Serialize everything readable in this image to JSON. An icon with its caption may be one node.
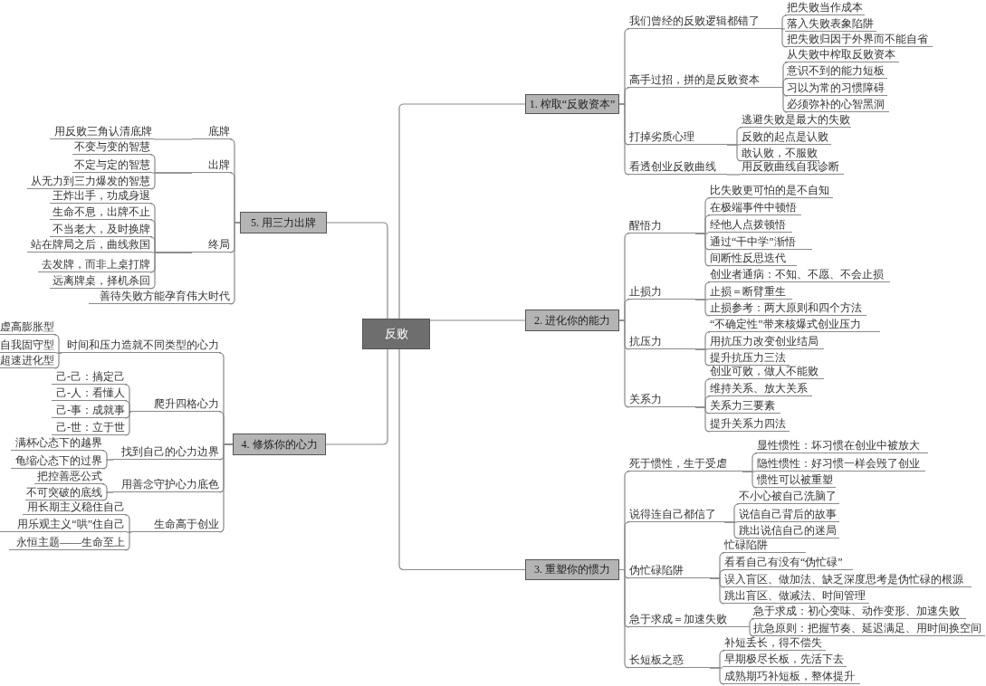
{
  "diagram": {
    "nodes": [
      {
        "text": [
          "反败"
        ]
      },
      {
        "text": [
          "1. 榨取“反败资本”"
        ]
      },
      {
        "text": [
          "我们曾经的反败逻辑都错了"
        ]
      },
      {
        "text": [
          "把失败当作成本"
        ]
      },
      {
        "text": [
          "落入失败表象陷阱"
        ]
      },
      {
        "text": [
          "把失败归因于外界而不能自省"
        ]
      },
      {
        "text": [
          "高手过招，拼的是反败资本"
        ]
      },
      {
        "text": [
          "从失败中榨取反败资本"
        ]
      },
      {
        "text": [
          "意识不到的能力短板"
        ]
      },
      {
        "text": [
          "习以为常的习惯障碍"
        ]
      },
      {
        "text": [
          "必须弥补的心智黑洞"
        ]
      },
      {
        "text": [
          "打掉劣质心理"
        ]
      },
      {
        "text": [
          "逃避失败是最大的失败"
        ]
      },
      {
        "text": [
          "反败的起点是认败"
        ]
      },
      {
        "text": [
          "敢认败，不服败"
        ]
      },
      {
        "text": [
          "看透创业反败曲线"
        ]
      },
      {
        "text": [
          "用反败曲线自我诊断"
        ]
      },
      {
        "text": [
          "2. 进化你的能力"
        ]
      },
      {
        "text": [
          "醒悟力"
        ]
      },
      {
        "text": [
          "比失败更可怕的是不自知"
        ]
      },
      {
        "text": [
          "在极端事件中顿悟"
        ]
      },
      {
        "text": [
          "经他人点拨顿悟"
        ]
      },
      {
        "text": [
          "通过“干中学”渐悟"
        ]
      },
      {
        "text": [
          "间断性反思迭代"
        ]
      },
      {
        "text": [
          "止损力"
        ]
      },
      {
        "text": [
          "创业者通病：不知、不愿、不会止损"
        ]
      },
      {
        "text": [
          "止损＝断臂重生"
        ]
      },
      {
        "text": [
          "止损参考：两大原则和四个方法"
        ]
      },
      {
        "text": [
          "抗压力"
        ]
      },
      {
        "text": [
          "“不确定性”带来核爆式创业压力"
        ]
      },
      {
        "text": [
          "用抗压力改变创业结局"
        ]
      },
      {
        "text": [
          "提升抗压力三法"
        ]
      },
      {
        "text": [
          "关系力"
        ]
      },
      {
        "text": [
          "创业可败，做人不能败"
        ]
      },
      {
        "text": [
          "维持关系、放大关系"
        ]
      },
      {
        "text": [
          "关系力三要素"
        ]
      },
      {
        "text": [
          "提升关系力四法"
        ]
      },
      {
        "text": [
          "3. 重塑你的惯力"
        ]
      },
      {
        "text": [
          "死于惯性，生于受虐"
        ]
      },
      {
        "text": [
          "显性惯性：坏习惯在创业中被放大"
        ]
      },
      {
        "text": [
          "隐性惯性：好习惯一样会毁了创业"
        ]
      },
      {
        "text": [
          "惯性可以被重塑"
        ]
      },
      {
        "text": [
          "说得连自己都信了"
        ]
      },
      {
        "text": [
          "不小心被自己洗脑了"
        ]
      },
      {
        "text": [
          "说信自己背后的故事"
        ]
      },
      {
        "text": [
          "跳出说信自己的迷局"
        ]
      },
      {
        "text": [
          "伪忙碌陷阱"
        ]
      },
      {
        "text": [
          "忙碌陷阱"
        ]
      },
      {
        "text": [
          "看看自己有没有“伪忙碌”"
        ]
      },
      {
        "text": [
          "误入盲区、做加法、缺乏深度思考是伪忙碌的根源"
        ]
      },
      {
        "text": [
          "跳出盲区、做减法、时间管理"
        ]
      },
      {
        "text": [
          "急于求成＝加速失败"
        ]
      },
      {
        "text": [
          "急于求成：初心变味、动作变形、加速失败"
        ]
      },
      {
        "text": [
          "抗急原则：把握节奏、延迟满足、用时间换空间"
        ]
      },
      {
        "text": [
          "长短板之惑"
        ]
      },
      {
        "text": [
          "补短丢长，得不偿失"
        ]
      },
      {
        "text": [
          "早期极尽长板，先活下去"
        ]
      },
      {
        "text": [
          "成熟期巧补短板，整体提升"
        ]
      },
      {
        "text": [
          "4. 修炼你的心力"
        ]
      },
      {
        "text": [
          "时间和压力造就不同类型的心力"
        ]
      },
      {
        "text": [
          "虚高膨胀型"
        ]
      },
      {
        "text": [
          "自我固守型"
        ]
      },
      {
        "text": [
          "超速进化型"
        ]
      },
      {
        "text": [
          "爬升四格心力"
        ]
      },
      {
        "text": [
          "己-己：搞定己"
        ]
      },
      {
        "text": [
          "己-人：看懂人"
        ]
      },
      {
        "text": [
          "己-事：成就事"
        ]
      },
      {
        "text": [
          "己-世：立于世"
        ]
      },
      {
        "text": [
          "找到自己的心力边界"
        ]
      },
      {
        "text": [
          "满杯心态下的越界"
        ]
      },
      {
        "text": [
          "龟缩心态下的过界"
        ]
      },
      {
        "text": [
          "用善念守护心力底色"
        ]
      },
      {
        "text": [
          "把控善恶公式"
        ]
      },
      {
        "text": [
          "不可突破的底线"
        ]
      },
      {
        "text": [
          "生命高于创业"
        ]
      },
      {
        "text": [
          "用长期主义稳住自己"
        ]
      },
      {
        "text": [
          "用乐观主义“哄”住自己"
        ]
      },
      {
        "text": [
          "永恒主题——生命至上"
        ]
      },
      {
        "text": [
          "5. 用三力出牌"
        ]
      },
      {
        "text": [
          "底牌"
        ]
      },
      {
        "text": [
          "用反败三角认清底牌"
        ]
      },
      {
        "text": [
          "出牌"
        ]
      },
      {
        "text": [
          "不变与变的智慧"
        ]
      },
      {
        "text": [
          "不定与定的智慧"
        ]
      },
      {
        "text": [
          "从无力到三力爆发的智慧"
        ]
      },
      {
        "text": [
          "终局"
        ]
      },
      {
        "text": [
          "王炸出手，功成身退"
        ]
      },
      {
        "text": [
          "生命不息，出牌不止"
        ]
      },
      {
        "text": [
          "不当老大，及时换牌"
        ]
      },
      {
        "text": [
          "站在牌局之后，曲线救国"
        ]
      },
      {
        "text": [
          "去发牌，而非上桌打牌"
        ]
      },
      {
        "text": [
          "远离牌桌，择机杀回"
        ]
      },
      {
        "text": [
          "善待失败方能孕育伟大时代"
        ]
      }
    ],
    "edges": [
      {
        "from": 0,
        "to": 1,
        "arrow": "none"
      },
      {
        "from": 0,
        "to": 17,
        "arrow": "none"
      },
      {
        "from": 0,
        "to": 37,
        "arrow": "none"
      },
      {
        "from": 0,
        "to": 58,
        "arrow": "none"
      },
      {
        "from": 0,
        "to": 78,
        "arrow": "none"
      },
      {
        "from": 1,
        "to": 2,
        "arrow": "none"
      },
      {
        "from": 1,
        "to": 6,
        "arrow": "none"
      },
      {
        "from": 1,
        "to": 11,
        "arrow": "none"
      },
      {
        "from": 1,
        "to": 15,
        "arrow": "none"
      },
      {
        "from": 2,
        "to": 3,
        "arrow": "none"
      },
      {
        "from": 2,
        "to": 4,
        "arrow": "none"
      },
      {
        "from": 2,
        "to": 5,
        "arrow": "none"
      },
      {
        "from": 6,
        "to": 7,
        "arrow": "none"
      },
      {
        "from": 6,
        "to": 8,
        "arrow": "none"
      },
      {
        "from": 6,
        "to": 9,
        "arrow": "none"
      },
      {
        "from": 6,
        "to": 10,
        "arrow": "none"
      },
      {
        "from": 11,
        "to": 12,
        "arrow": "none"
      },
      {
        "from": 11,
        "to": 13,
        "arrow": "none"
      },
      {
        "from": 11,
        "to": 14,
        "arrow": "none"
      },
      {
        "from": 15,
        "to": 16,
        "arrow": "none"
      },
      {
        "from": 17,
        "to": 18,
        "arrow": "none"
      },
      {
        "from": 17,
        "to": 24,
        "arrow": "none"
      },
      {
        "from": 17,
        "to": 28,
        "arrow": "none"
      },
      {
        "from": 17,
        "to": 32,
        "arrow": "none"
      },
      {
        "from": 18,
        "to": 19,
        "arrow": "none"
      },
      {
        "from": 18,
        "to": 20,
        "arrow": "none"
      },
      {
        "from": 18,
        "to": 21,
        "arrow": "none"
      },
      {
        "from": 18,
        "to": 22,
        "arrow": "none"
      },
      {
        "from": 18,
        "to": 23,
        "arrow": "none"
      },
      {
        "from": 24,
        "to": 25,
        "arrow": "none"
      },
      {
        "from": 24,
        "to": 26,
        "arrow": "none"
      },
      {
        "from": 24,
        "to": 27,
        "arrow": "none"
      },
      {
        "from": 28,
        "to": 29,
        "arrow": "none"
      },
      {
        "from": 28,
        "to": 30,
        "arrow": "none"
      },
      {
        "from": 28,
        "to": 31,
        "arrow": "none"
      },
      {
        "from": 32,
        "to": 33,
        "arrow": "none"
      },
      {
        "from": 32,
        "to": 34,
        "arrow": "none"
      },
      {
        "from": 32,
        "to": 35,
        "arrow": "none"
      },
      {
        "from": 32,
        "to": 36,
        "arrow": "none"
      },
      {
        "from": 37,
        "to": 38,
        "arrow": "none"
      },
      {
        "from": 37,
        "to": 42,
        "arrow": "none"
      },
      {
        "from": 37,
        "to": 46,
        "arrow": "none"
      },
      {
        "from": 37,
        "to": 51,
        "arrow": "none"
      },
      {
        "from": 37,
        "to": 54,
        "arrow": "none"
      },
      {
        "from": 38,
        "to": 39,
        "arrow": "none"
      },
      {
        "from": 38,
        "to": 40,
        "arrow": "none"
      },
      {
        "from": 38,
        "to": 41,
        "arrow": "none"
      },
      {
        "from": 42,
        "to": 43,
        "arrow": "none"
      },
      {
        "from": 42,
        "to": 44,
        "arrow": "none"
      },
      {
        "from": 42,
        "to": 45,
        "arrow": "none"
      },
      {
        "from": 46,
        "to": 47,
        "arrow": "none"
      },
      {
        "from": 46,
        "to": 48,
        "arrow": "none"
      },
      {
        "from": 46,
        "to": 49,
        "arrow": "none"
      },
      {
        "from": 46,
        "to": 50,
        "arrow": "none"
      },
      {
        "from": 51,
        "to": 52,
        "arrow": "none"
      },
      {
        "from": 51,
        "to": 53,
        "arrow": "none"
      },
      {
        "from": 54,
        "to": 55,
        "arrow": "none"
      },
      {
        "from": 54,
        "to": 56,
        "arrow": "none"
      },
      {
        "from": 54,
        "to": 57,
        "arrow": "none"
      },
      {
        "from": 58,
        "to": 59,
        "arrow": "none"
      },
      {
        "from": 58,
        "to": 63,
        "arrow": "none"
      },
      {
        "from": 58,
        "to": 68,
        "arrow": "none"
      },
      {
        "from": 58,
        "to": 71,
        "arrow": "none"
      },
      {
        "from": 58,
        "to": 74,
        "arrow": "none"
      },
      {
        "from": 59,
        "to": 60,
        "arrow": "none"
      },
      {
        "from": 59,
        "to": 61,
        "arrow": "none"
      },
      {
        "from": 59,
        "to": 62,
        "arrow": "none"
      },
      {
        "from": 63,
        "to": 64,
        "arrow": "none"
      },
      {
        "from": 63,
        "to": 65,
        "arrow": "none"
      },
      {
        "from": 63,
        "to": 66,
        "arrow": "none"
      },
      {
        "from": 63,
        "to": 67,
        "arrow": "none"
      },
      {
        "from": 68,
        "to": 69,
        "arrow": "none"
      },
      {
        "from": 68,
        "to": 70,
        "arrow": "none"
      },
      {
        "from": 71,
        "to": 72,
        "arrow": "none"
      },
      {
        "from": 71,
        "to": 73,
        "arrow": "none"
      },
      {
        "from": 74,
        "to": 75,
        "arrow": "none"
      },
      {
        "from": 74,
        "to": 76,
        "arrow": "none"
      },
      {
        "from": 74,
        "to": 77,
        "arrow": "none"
      },
      {
        "from": 78,
        "to": 79,
        "arrow": "none"
      },
      {
        "from": 78,
        "to": 81,
        "arrow": "none"
      },
      {
        "from": 78,
        "to": 85,
        "arrow": "none"
      },
      {
        "from": 78,
        "to": 92,
        "arrow": "none"
      },
      {
        "from": 79,
        "to": 80,
        "arrow": "none"
      },
      {
        "from": 81,
        "to": 82,
        "arrow": "none"
      },
      {
        "from": 81,
        "to": 83,
        "arrow": "none"
      },
      {
        "from": 81,
        "to": 84,
        "arrow": "none"
      },
      {
        "from": 85,
        "to": 86,
        "arrow": "none"
      },
      {
        "from": 85,
        "to": 87,
        "arrow": "none"
      },
      {
        "from": 85,
        "to": 88,
        "arrow": "none"
      },
      {
        "from": 85,
        "to": 89,
        "arrow": "none"
      },
      {
        "from": 85,
        "to": 90,
        "arrow": "none"
      },
      {
        "from": 85,
        "to": 91,
        "arrow": "none"
      }
    ]
  }
}
